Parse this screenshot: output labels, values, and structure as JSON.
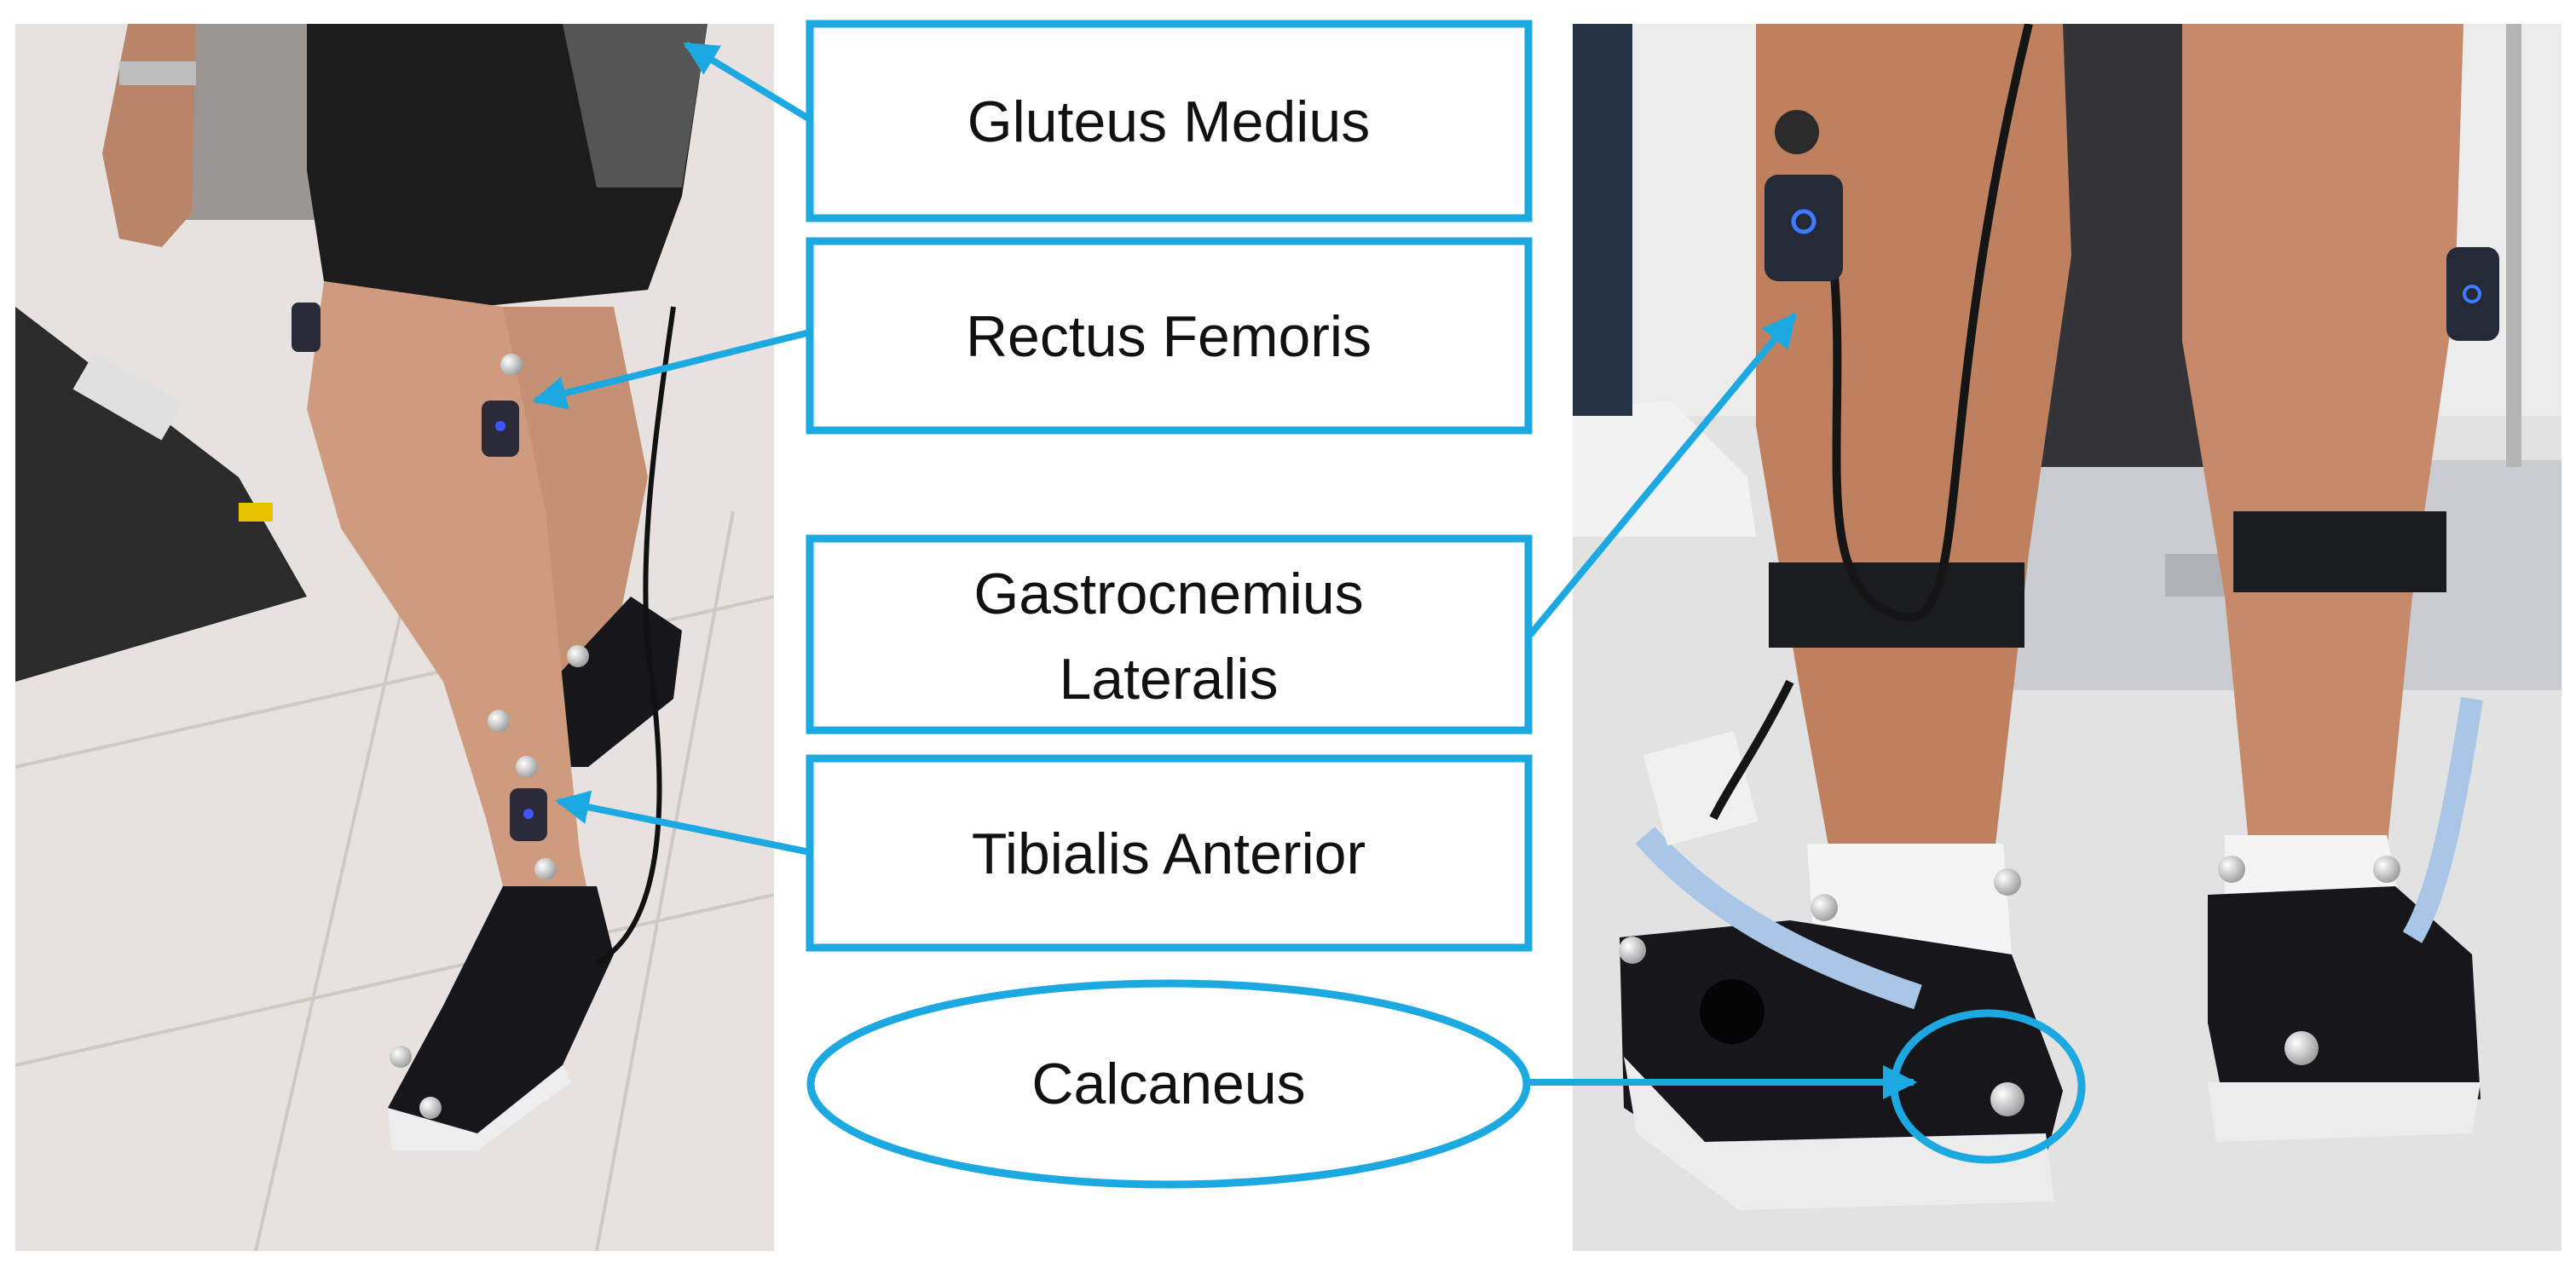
{
  "colors": {
    "accent": "#1ca9e1",
    "label_fill": "#ffffff",
    "label_text": "#111111",
    "floor": "#e7e2df",
    "skin": "#c9906f",
    "treadmill": "#2b2b2b",
    "shorts": "#1c1c1c",
    "shoe": "#16161b",
    "strap": "#1b1c20",
    "case": "#c9ccd0",
    "foam": "#333338",
    "sock": "#f4f4f4",
    "censor_dot": "#050505"
  },
  "labels": {
    "gluteus_medius": "Gluteus Medius",
    "rectus_femoris": "Rectus Femoris",
    "gastrocnemius_line1": "Gastrocnemius",
    "gastrocnemius_line2": "Lateralis",
    "tibialis_anterior": "Tibialis Anterior",
    "calcaneus": "Calcaneus"
  },
  "icons": {
    "emg_sensor": "emg-sensor-icon",
    "marker": "reflective-marker-icon"
  }
}
